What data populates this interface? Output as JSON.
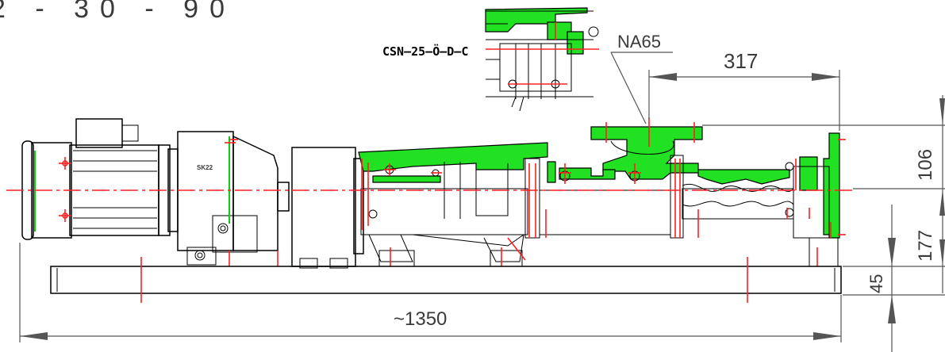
{
  "drawing": {
    "top_left_partial_text": "2 - 30 - 90",
    "detail_label": "CSN–25–Ö–D–C",
    "gearbox_label": "SK22",
    "connection_label": "NA65",
    "dimensions": {
      "overall_length": "~1350",
      "outlet_distance": "317",
      "outlet_height": "106",
      "axis_height": "177",
      "base_height": "45"
    }
  }
}
